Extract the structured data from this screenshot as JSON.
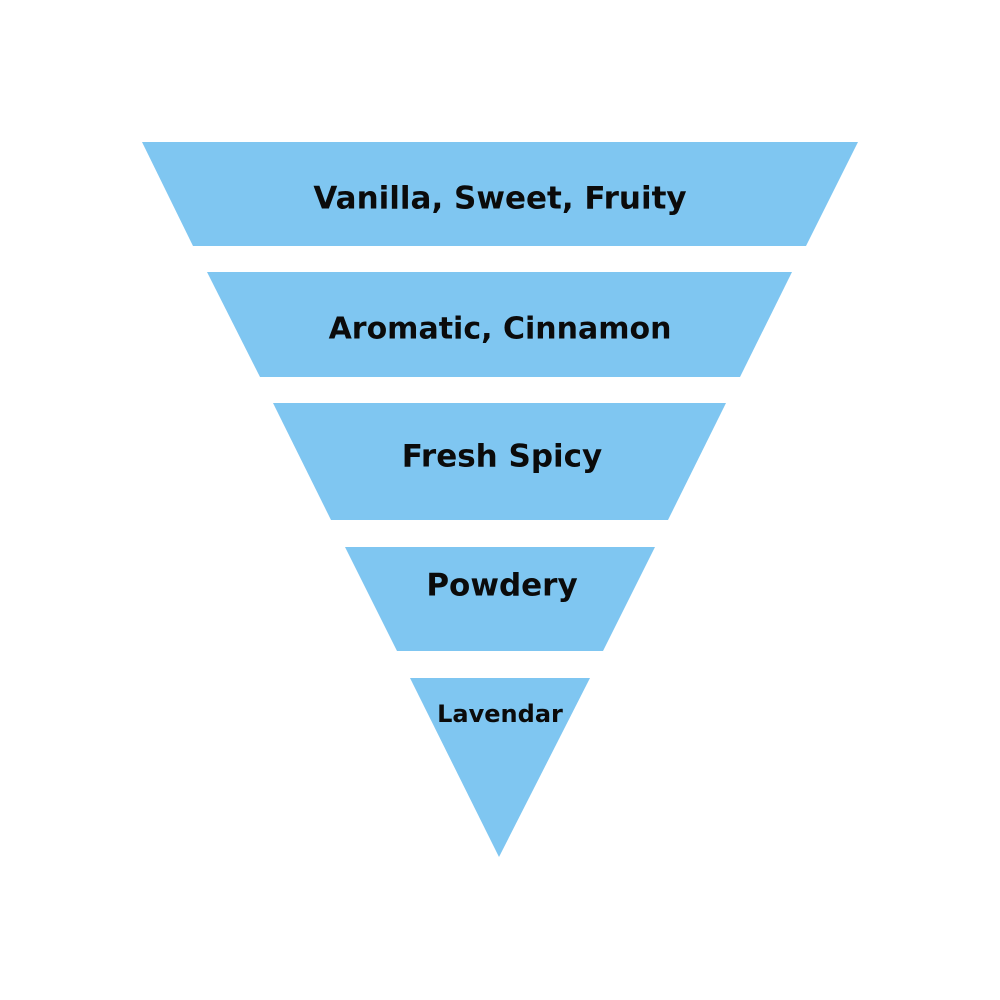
{
  "diagram": {
    "type": "inverted-pyramid",
    "fill_color": "#7fc6f1",
    "text_color": "#0b0b0b",
    "background_color": "#ffffff",
    "tiers": [
      {
        "label": "Vanilla, Sweet, Fruity"
      },
      {
        "label": "Aromatic, Cinnamon"
      },
      {
        "label": "Fresh Spicy"
      },
      {
        "label": "Powdery"
      },
      {
        "label": "Lavendar"
      }
    ]
  }
}
